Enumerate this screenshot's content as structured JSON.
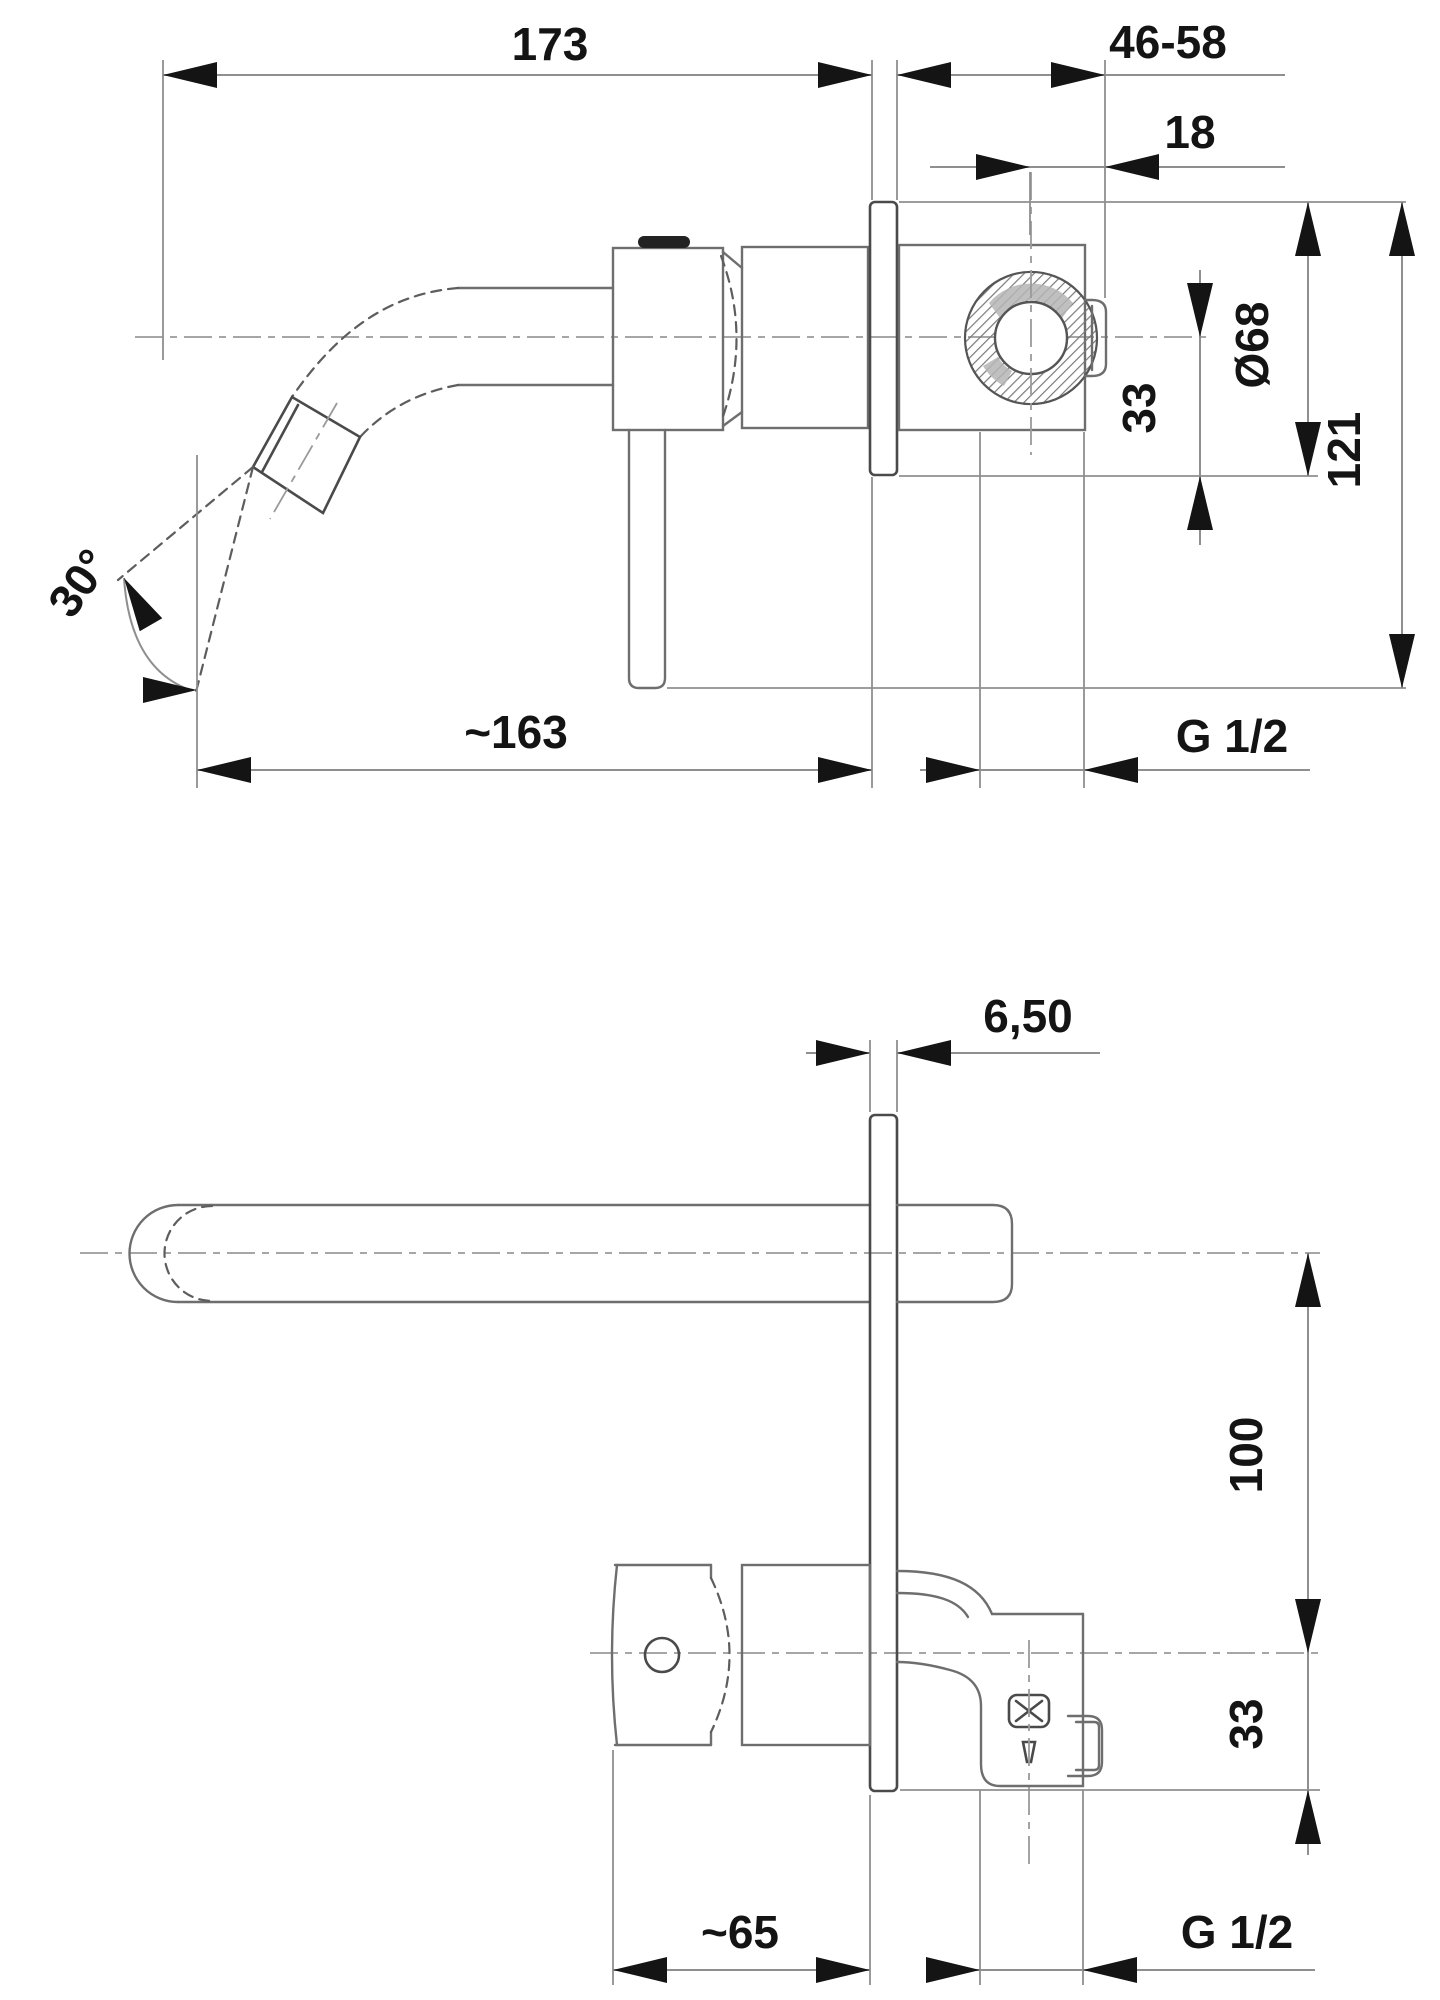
{
  "drawing": {
    "kind": "faucet-installation-dimension-drawing",
    "views": {
      "side": {
        "spout_length": "173",
        "mount_depth_range": "46-58",
        "axis_to_pipe_end": "18",
        "plate_diameter": "Ø68",
        "axis_to_plate_bottom": "33",
        "overall_height": "121",
        "spout_angle": "30°",
        "spout_reach": "~163",
        "thread": "G 1/2"
      },
      "top": {
        "plate_thickness": "6,50",
        "spout_to_handle_offset": "100",
        "axis_to_body_bottom": "33",
        "handle_length": "~65",
        "thread": "G 1/2"
      }
    },
    "colors": {
      "ink": "#141414",
      "part_line": "#6e6e6e",
      "dim_line": "#8f8f8f",
      "shade": "#b5b5b5",
      "background": "#ffffff"
    }
  }
}
